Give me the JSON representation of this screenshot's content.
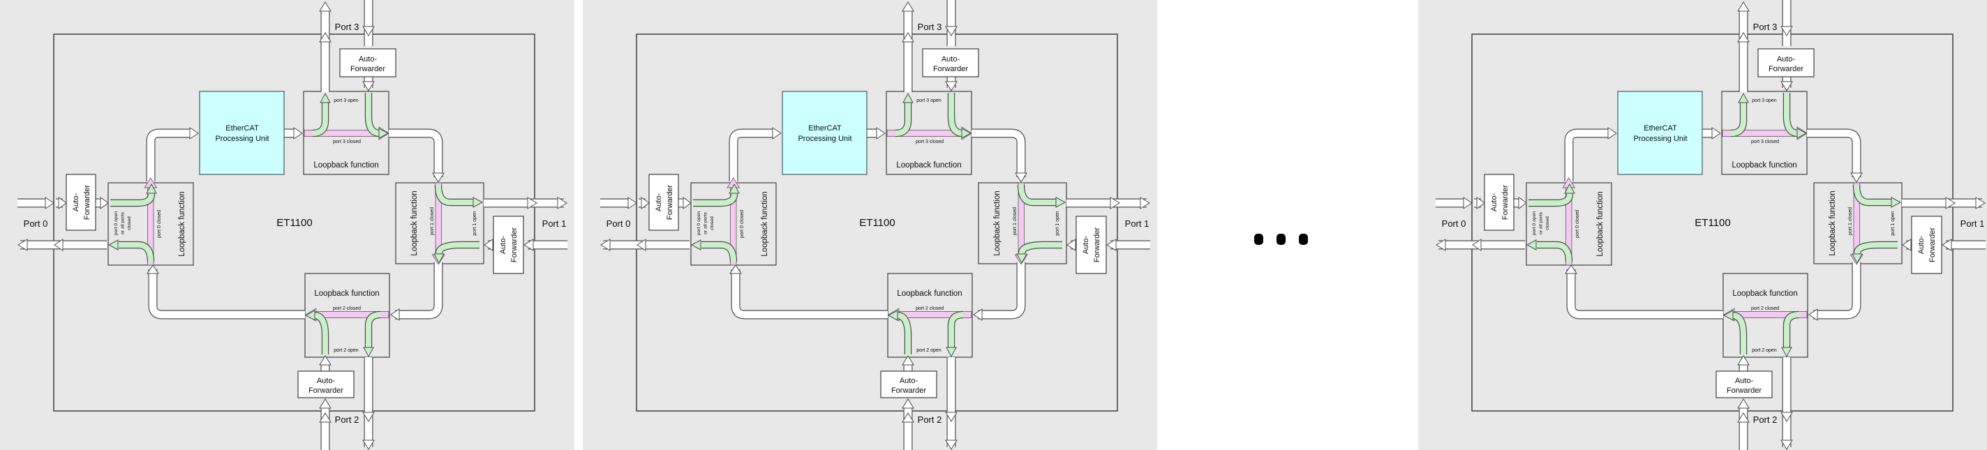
{
  "unit_count": 3,
  "colors": {
    "bg": "#e8e8e8",
    "epu": "#ccffff",
    "open": "#c9f0c9",
    "closed": "#f5c9f2"
  },
  "separator": {
    "style": "ellipsis-dots",
    "count": 3
  },
  "unit": {
    "chip_label": "ET1100",
    "epu": {
      "line1": "EtherCAT",
      "line2": "Processing Unit"
    },
    "auto_forwarder": {
      "line1": "Auto-",
      "line2": "Forwarder"
    },
    "loopback_label": "Loopback function",
    "ports": {
      "p0": "Port 0",
      "p1": "Port 1",
      "p2": "Port 2",
      "p3": "Port 3"
    },
    "states": {
      "p3_open": "port 3 open",
      "p3_closed": "port 3 closed",
      "p2_open": "port 2 open",
      "p2_closed": "port 2 closed",
      "p1_open": "port 1 open",
      "p1_closed": "port 1 closed",
      "p0_closed": "port 0 closed",
      "p0_open_line1": "port 0 open",
      "p0_open_line2": "or all ports",
      "p0_open_line3": "closed"
    }
  }
}
